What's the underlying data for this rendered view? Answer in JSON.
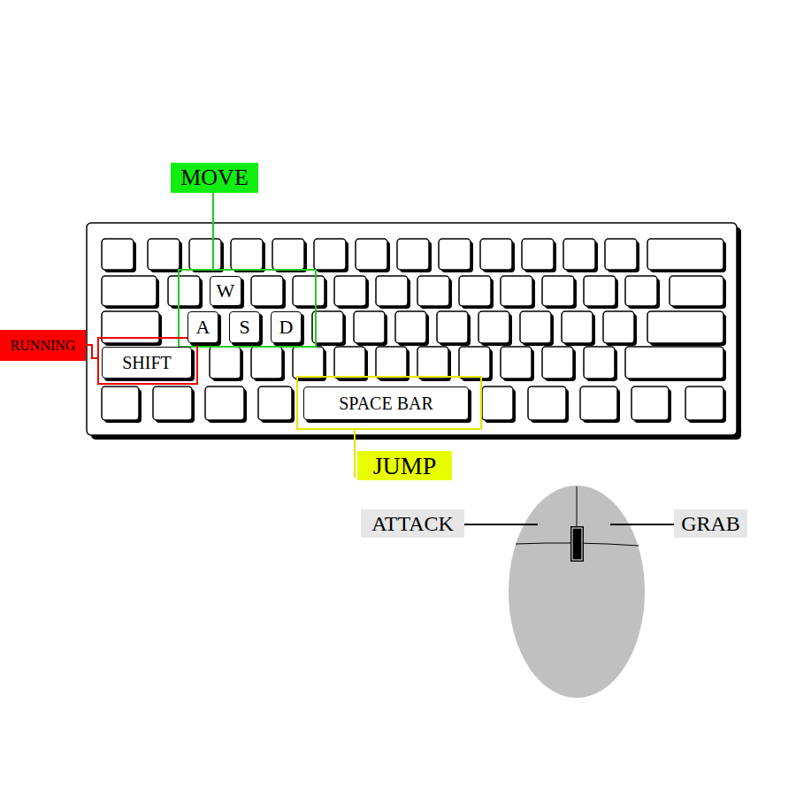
{
  "diagram": {
    "nodes": [
      {
        "text": [
          "MOVE"
        ]
      },
      {
        "text": [
          "W"
        ]
      },
      {
        "text": [
          "A"
        ]
      },
      {
        "text": [
          "S"
        ]
      },
      {
        "text": [
          "D"
        ]
      },
      {
        "text": [
          "RUNNING"
        ]
      },
      {
        "text": [
          "SHIFT"
        ]
      },
      {
        "text": [
          "SPACE BAR"
        ]
      },
      {
        "text": [
          "JUMP"
        ]
      },
      {
        "text": [
          "ATTACK"
        ]
      },
      {
        "text": [
          "GRAB"
        ]
      }
    ]
  }
}
